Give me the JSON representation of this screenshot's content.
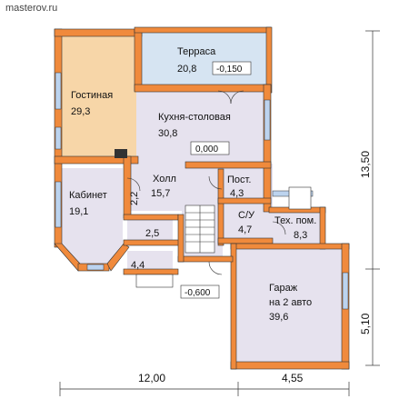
{
  "site": "masterov.ru",
  "rooms": [
    {
      "key": "terrace",
      "name": "Терраса",
      "area": "20,8"
    },
    {
      "key": "living",
      "name": "Гостиная",
      "area": "29,3"
    },
    {
      "key": "kitchen",
      "name": "Кухня-столовая",
      "area": "30,8"
    },
    {
      "key": "hall",
      "name": "Холл",
      "area": "15,7"
    },
    {
      "key": "post",
      "name": "Пост.",
      "area": "4,3"
    },
    {
      "key": "cabinet",
      "name": "Кабинет",
      "area": "19,1"
    },
    {
      "key": "wc",
      "name": "С/У",
      "area": "4,7"
    },
    {
      "key": "tech",
      "name": "Тех. пом.",
      "area": "8,3"
    },
    {
      "key": "garage",
      "name": "Гараж",
      "name2": "на 2 авто",
      "area": "39,6"
    },
    {
      "key": "small1",
      "name": "",
      "area": "2,2"
    },
    {
      "key": "small2",
      "name": "",
      "area": "2,5"
    },
    {
      "key": "vestibule",
      "name": "",
      "area": "4,4"
    }
  ],
  "levels": {
    "terrace": "-0,150",
    "main": "0,000",
    "entry": "-0,600"
  },
  "dimensions": {
    "bottom_left": "12,00",
    "bottom_right": "4,55",
    "right_top": "13,50",
    "right_bottom": "5,10"
  },
  "colors": {
    "wall": "#f08a3c",
    "terrace": "#d6e4f2",
    "living": "#f7d6a8",
    "interior": "#e6e2ee",
    "garage": "#e6e2ee",
    "floor": "#ffffff"
  }
}
